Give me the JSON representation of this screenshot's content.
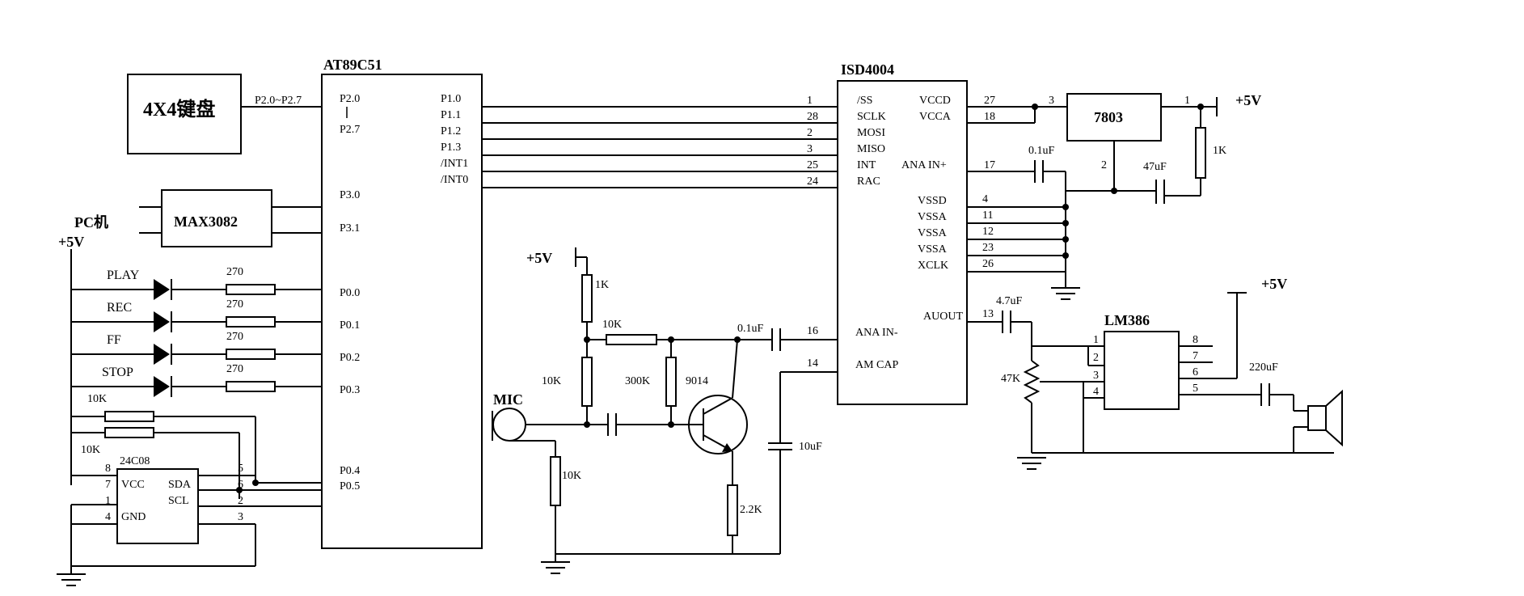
{
  "chips": {
    "mcu": {
      "name": "AT89C51",
      "left_pins": [
        "P2.0",
        "P2.7",
        "P3.0",
        "P3.1",
        "P0.0",
        "P0.1",
        "P0.2",
        "P0.3",
        "P0.4",
        "P0.5"
      ],
      "right_pins": [
        "P1.0",
        "P1.1",
        "P1.2",
        "P1.3",
        "/INT1",
        "/INT0"
      ]
    },
    "isd": {
      "name": "ISD4004",
      "left_pins": [
        "/SS",
        "SCLK",
        "MOSI",
        "MISO",
        "INT",
        "RAC",
        "ANA IN-",
        "AM CAP"
      ],
      "right_pins": [
        "VCCD",
        "VCCA",
        "ANA IN+",
        "VSSD",
        "VSSA",
        "VSSA",
        "VSSA",
        "XCLK",
        "AUOUT"
      ],
      "left_nums": [
        "1",
        "28",
        "2",
        "3",
        "25",
        "24",
        "16",
        "14"
      ],
      "right_nums": [
        "27",
        "18",
        "17",
        "4",
        "11",
        "12",
        "23",
        "26",
        "13"
      ]
    },
    "keypad": {
      "name": "4X4键盘",
      "bus": "P2.0~P2.7"
    },
    "max": {
      "name": "MAX3082"
    },
    "pc": {
      "name": "PC机"
    },
    "reg": {
      "name": "7803",
      "pins": [
        "3",
        "1",
        "2"
      ]
    },
    "lm": {
      "name": "LM386",
      "left_nums": [
        "1",
        "2",
        "3",
        "4"
      ],
      "right_nums": [
        "8",
        "7",
        "6",
        "5"
      ]
    },
    "eep": {
      "name": "24C08",
      "inner": [
        "VCC",
        "GND",
        "SDA",
        "SCL"
      ],
      "left_nums": [
        "8",
        "7",
        "1",
        "4"
      ],
      "right_nums": [
        "5",
        "6",
        "2",
        "3"
      ]
    },
    "q": {
      "name": "9014"
    },
    "mic": {
      "name": "MIC"
    }
  },
  "leds": [
    "PLAY",
    "REC",
    "FF",
    "STOP"
  ],
  "power": [
    "+5V",
    "+5V",
    "+5V",
    "+5V"
  ],
  "values": {
    "led_r": [
      "270",
      "270",
      "270",
      "270"
    ],
    "r10k_a": "10K",
    "r10k_b": "10K",
    "r1k_bias": "1K",
    "r10k_h": "10K",
    "r10k_v": "10K",
    "r300k": "300K",
    "c01_in": "0.1uF",
    "c10u": "10uF",
    "r10k_mic": "10K",
    "r22k": "2.2K",
    "c01_top": "0.1uF",
    "c47u": "47uF",
    "r1k_top": "1K",
    "c47_out": "4.7uF",
    "pot": "47K",
    "c220": "220uF"
  }
}
